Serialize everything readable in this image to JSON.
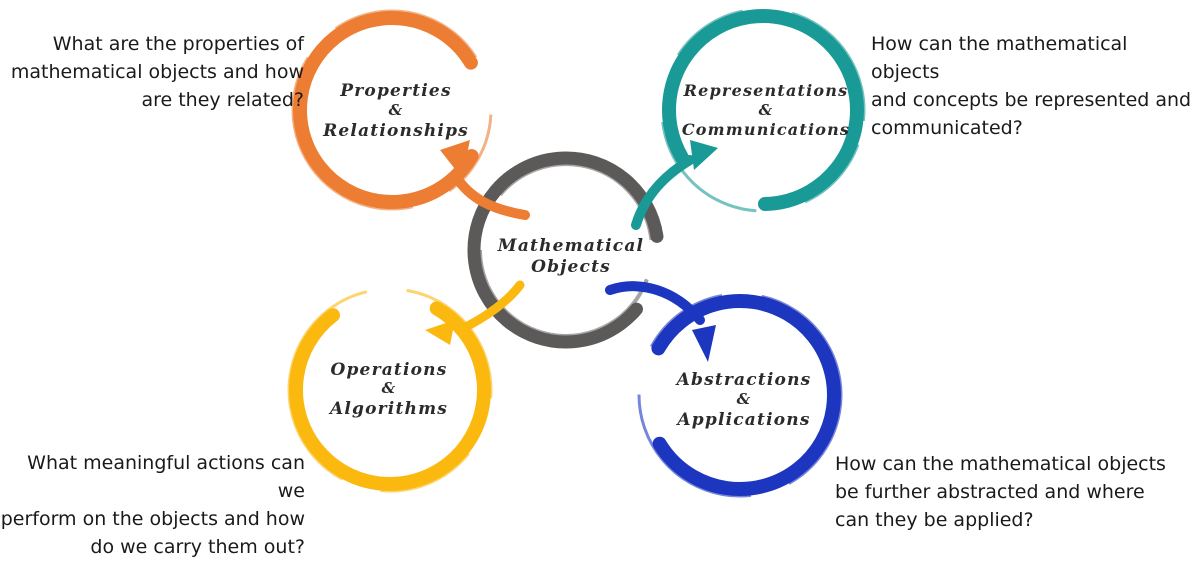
{
  "colors": {
    "center": "#5c5a59",
    "properties_relationships": "#ec7d32",
    "representations_communications": "#1a9a96",
    "operations_algorithms": "#fbb80f",
    "abstractions_applications": "#1c36c0"
  },
  "center": {
    "line1": "Mathematical",
    "line2": "Objects"
  },
  "circles": {
    "properties_relationships": {
      "line1": "Properties",
      "amp": "&",
      "line2": "Relationships"
    },
    "representations_communications": {
      "line1": "Representations",
      "amp": "&",
      "line2": "Communications"
    },
    "operations_algorithms": {
      "line1": "Operations",
      "amp": "&",
      "line2": "Algorithms"
    },
    "abstractions_applications": {
      "line1": "Abstractions",
      "amp": "&",
      "line2": "Applications"
    }
  },
  "captions": {
    "properties_relationships": "What are the properties of\nmathematical objects and how\nare they related?",
    "representations_communications": "How can the mathematical objects\nand concepts be represented and\ncommunicated?",
    "operations_algorithms": "What meaningful actions can we\nperform on the objects and how\ndo we carry them out?",
    "abstractions_applications": "How can the mathematical objects\nbe further abstracted and where\ncan they be applied?"
  }
}
